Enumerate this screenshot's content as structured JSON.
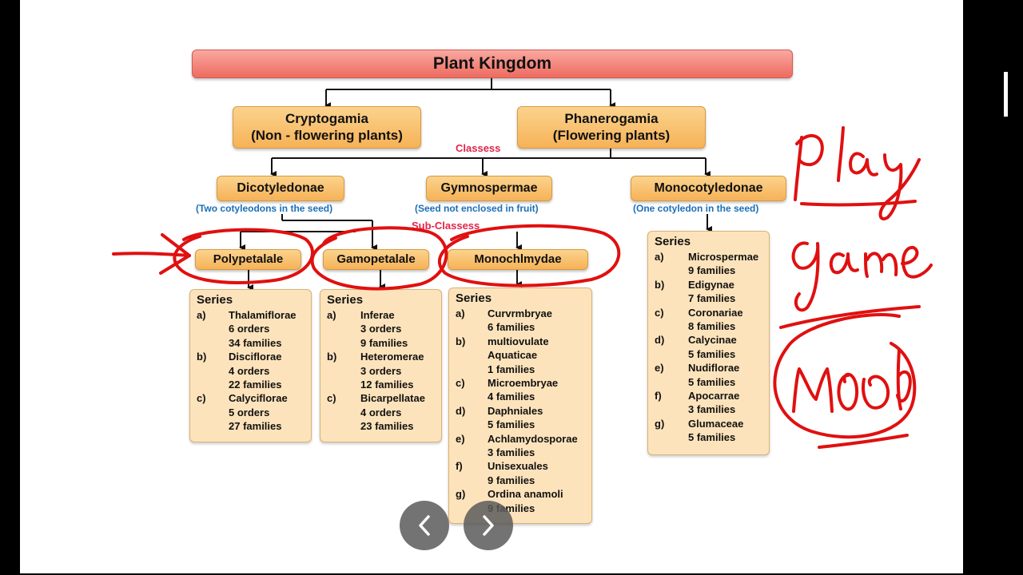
{
  "diagram": {
    "root": "Plant Kingdom",
    "divisions": [
      {
        "line1": "Cryptogamia",
        "line2": "(Non - flowering plants)"
      },
      {
        "line1": "Phanerogamia",
        "line2": "(Flowering plants)"
      }
    ],
    "classes_label": "Classess",
    "subclasses_label": "Sub-Classess",
    "classes": [
      {
        "name": "Dicotyledonae",
        "note": "(Two cotyleodons in the seed)"
      },
      {
        "name": "Gymnospermae",
        "note": "(Seed not enclosed in fruit)"
      },
      {
        "name": "Monocotyledonae",
        "note": "(One cotyledon in the seed)"
      }
    ],
    "subclasses": [
      "Polypetalale",
      "Gamopetalale",
      "Monochlmydae"
    ],
    "series_title": "Series",
    "series": [
      {
        "items": [
          {
            "letter": "a)",
            "lines": [
              "Thalamiflorae",
              "6 orders",
              "34 families"
            ]
          },
          {
            "letter": "b)",
            "lines": [
              "Disciflorae",
              "4 orders",
              "22 families"
            ]
          },
          {
            "letter": "c)",
            "lines": [
              "Calyciflorae",
              "5 orders",
              "27 families"
            ]
          }
        ]
      },
      {
        "items": [
          {
            "letter": "a)",
            "lines": [
              "Inferae",
              "3 orders",
              "9 families"
            ]
          },
          {
            "letter": "b)",
            "lines": [
              "Heteromerae",
              "3 orders",
              "12 families"
            ]
          },
          {
            "letter": "c)",
            "lines": [
              "Bicarpellatae",
              "4 orders",
              "23 families"
            ]
          }
        ]
      },
      {
        "items": [
          {
            "letter": "a)",
            "lines": [
              "Curvrmbryae",
              "6 families"
            ]
          },
          {
            "letter": "b)",
            "lines": [
              "multiovulate",
              "Aquaticae",
              "1 families"
            ]
          },
          {
            "letter": "c)",
            "lines": [
              "Microembryae",
              "4 families"
            ]
          },
          {
            "letter": "d)",
            "lines": [
              "Daphniales",
              "5 families"
            ]
          },
          {
            "letter": "e)",
            "lines": [
              "Achlamydosporae",
              "3 families"
            ]
          },
          {
            "letter": "f)",
            "lines": [
              "Unisexuales",
              "9 families"
            ]
          },
          {
            "letter": "g)",
            "lines": [
              "Ordina anamoli",
              "9 families"
            ]
          }
        ]
      },
      {
        "items": [
          {
            "letter": "a)",
            "lines": [
              "Microspermae",
              "9 families"
            ]
          },
          {
            "letter": "b)",
            "lines": [
              "Edigynae",
              "7 families"
            ]
          },
          {
            "letter": "c)",
            "lines": [
              "Coronariae",
              "8 families"
            ]
          },
          {
            "letter": "d)",
            "lines": [
              "Calycinae",
              "5 families"
            ]
          },
          {
            "letter": "e)",
            "lines": [
              "Nudiflorae",
              "5 families"
            ]
          },
          {
            "letter": "f)",
            "lines": [
              "Apocarrae",
              "3 families"
            ]
          },
          {
            "letter": "g)",
            "lines": [
              "Glumaceae",
              "5 families"
            ]
          }
        ]
      }
    ]
  },
  "viewer": {
    "prev_icon": "chevron-left-icon",
    "next_icon": "chevron-right-icon"
  },
  "colors": {
    "box_fill": "#f6b257",
    "root_fill": "#ee6b60",
    "note_blue": "#1a6fb8",
    "label_red": "#e0244a",
    "ink_red": "#e01010"
  }
}
